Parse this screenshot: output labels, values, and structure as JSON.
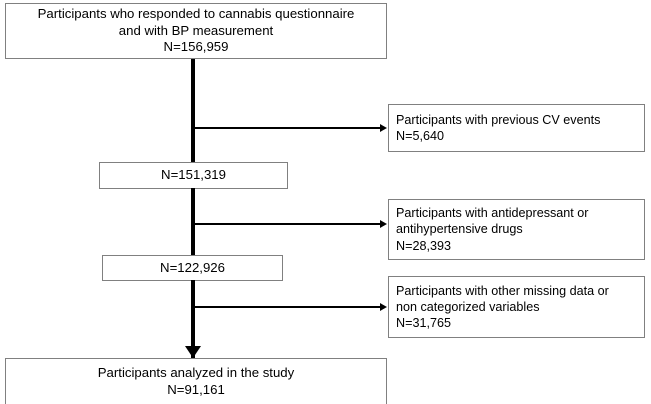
{
  "diagram": {
    "type": "participant-flow-diagram",
    "boxes": {
      "enrolled": {
        "lines": [
          "Participants who responded to cannabis questionnaire",
          "and with BP measurement",
          "N=156,959"
        ],
        "count_label": "N=156,959",
        "count": 156959
      },
      "excluded_1": {
        "lines": [
          "Participants with previous CV events",
          "N=5,640"
        ],
        "count_label": "N=5,640",
        "count": 5640
      },
      "remaining_1": {
        "lines": [
          "N=151,319"
        ],
        "count_label": "N=151,319",
        "count": 151319
      },
      "excluded_2": {
        "lines": [
          "Participants with antidepressant or",
          "antihypertensive drugs",
          "N=28,393"
        ],
        "count_label": "N=28,393",
        "count": 28393
      },
      "remaining_2": {
        "lines": [
          "N=122,926"
        ],
        "count_label": "N=122,926",
        "count": 122926
      },
      "excluded_3": {
        "lines": [
          "Participants with other missing data or",
          "non categorized variables",
          "N=31,765"
        ],
        "count_label": "N=31,765",
        "count": 31765
      },
      "analyzed": {
        "lines": [
          "Participants analyzed in the study",
          "N=91,161"
        ],
        "count_label": "N=91,161",
        "count": 91161
      }
    },
    "colors": {
      "background": "#ffffff",
      "box_border": "#808080",
      "connector": "#000000",
      "text": "#000000"
    }
  }
}
